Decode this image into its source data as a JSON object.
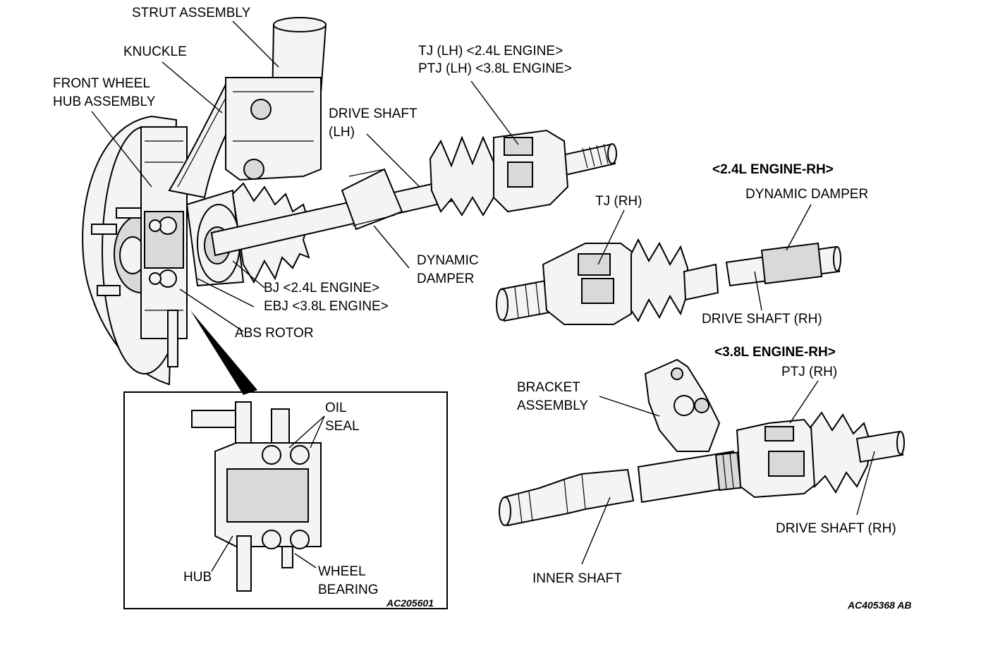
{
  "labels": {
    "strut_assembly": "STRUT ASSEMBLY",
    "knuckle": "KNUCKLE",
    "front_wheel_hub_assembly_1": "FRONT WHEEL",
    "front_wheel_hub_assembly_2": "HUB ASSEMBLY",
    "tj_lh": "TJ (LH) <2.4L ENGINE>",
    "ptj_lh": "PTJ (LH) <3.8L ENGINE>",
    "drive_shaft_lh_1": "DRIVE SHAFT",
    "drive_shaft_lh_2": "(LH)",
    "engine_24_rh": "<2.4L ENGINE-RH>",
    "dynamic_damper_rh": "DYNAMIC DAMPER",
    "tj_rh": "TJ (RH)",
    "dynamic_damper_lh_1": "DYNAMIC",
    "dynamic_damper_lh_2": "DAMPER",
    "bj": "BJ <2.4L ENGINE>",
    "ebj": "EBJ <3.8L ENGINE>",
    "abs_rotor": "ABS ROTOR",
    "drive_shaft_rh_24": "DRIVE SHAFT (RH)",
    "engine_38_rh": "<3.8L ENGINE-RH>",
    "ptj_rh": "PTJ (RH)",
    "bracket_assembly_1": "BRACKET",
    "bracket_assembly_2": "ASSEMBLY",
    "oil_seal_1": "OIL",
    "oil_seal_2": "SEAL",
    "drive_shaft_rh_38": "DRIVE SHAFT (RH)",
    "hub": "HUB",
    "wheel_bearing_1": "WHEEL",
    "wheel_bearing_2": "BEARING",
    "inner_shaft": "INNER SHAFT",
    "code_inset": "AC205601",
    "code_main": "AC405368 AB"
  }
}
